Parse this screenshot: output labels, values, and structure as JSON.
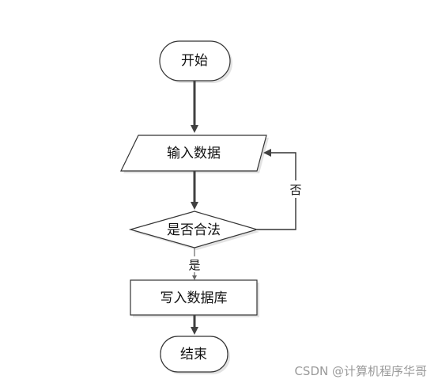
{
  "flowchart": {
    "nodes": {
      "start": "开始",
      "input": "输入数据",
      "decision": "是否合法",
      "write": "写入数据库",
      "end": "结束"
    },
    "edges": {
      "no_label": "否",
      "yes_label": "是"
    }
  },
  "watermark": "CSDN @计算机程序华哥",
  "colors": {
    "arrow": "#404040",
    "node_border": "#333333",
    "node_shadow": "#cfcfcf"
  }
}
